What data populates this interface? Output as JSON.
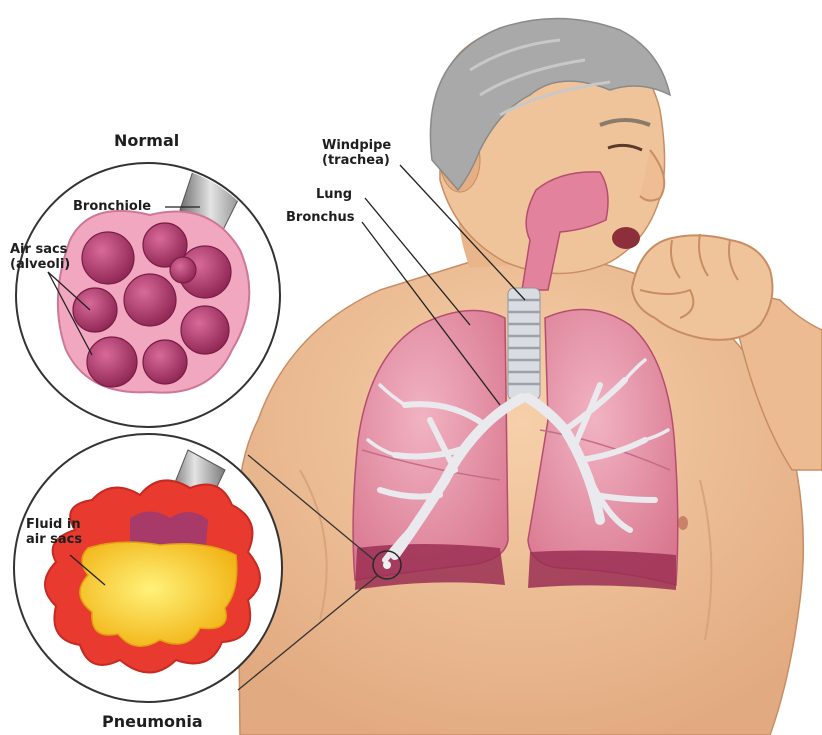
{
  "labels": {
    "normal": "Normal",
    "bronchiole": "Bronchiole",
    "air_sacs": "Air sacs\n(alveoli)",
    "windpipe": "Windpipe\n(trachea)",
    "lung": "Lung",
    "bronchus": "Bronchus",
    "fluid": "Fluid in\nair sacs",
    "pneumonia": "Pneumonia"
  },
  "colors": {
    "skin": "#f0c49b",
    "skin_shadow": "#d8a47a",
    "hair": "#a9a9a9",
    "lung": "#e58fa3",
    "lung_dark": "#b54d6e",
    "alveoli": "#a73a68",
    "fluid": "#f5c21b",
    "inflamed": "#e83a2e"
  }
}
